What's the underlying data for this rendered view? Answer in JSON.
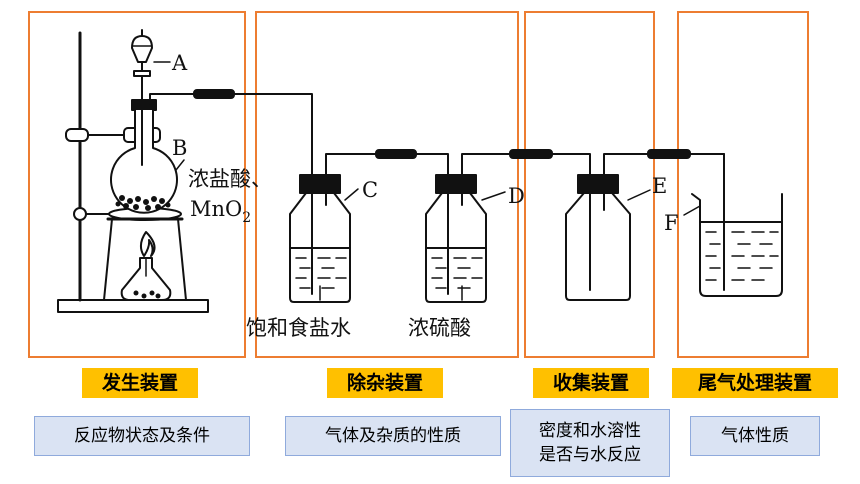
{
  "apparatus_labels": {
    "A": "A",
    "B": "B",
    "C": "C",
    "D": "D",
    "E": "E",
    "F": "F"
  },
  "reagents": {
    "generator": "浓盐酸、",
    "generator_solid": "MnO",
    "generator_solid_sub": "2",
    "bottle_c": "饱和食盐水",
    "bottle_d": "浓硫酸"
  },
  "stages": [
    {
      "title": "发生装置",
      "note": "反应物状态及条件"
    },
    {
      "title": "除杂装置",
      "note": "气体及杂质的性质"
    },
    {
      "title": "收集装置",
      "note": "密度和水溶性\n是否与水反应"
    },
    {
      "title": "尾气处理装置",
      "note": "气体性质"
    }
  ],
  "colors": {
    "stage_border": "#ED7D31",
    "title_fill": "#FFC000",
    "note_fill": "#DAE3F3",
    "note_border": "#8FAADC"
  }
}
